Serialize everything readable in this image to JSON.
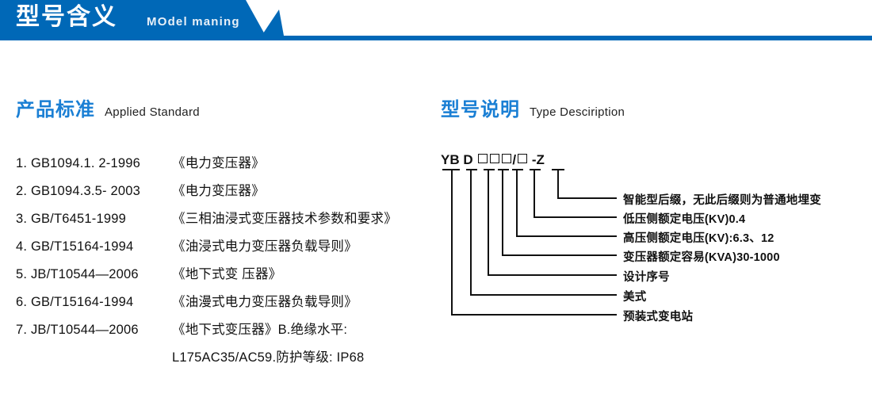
{
  "banner": {
    "title": "型号含义",
    "subtitle": "MOdel maning",
    "accent_color": "#0068b7"
  },
  "sections": {
    "standards": {
      "cn": "产品标准",
      "en": "Applied Standard",
      "color": "#1a7fd4"
    },
    "type": {
      "cn": "型号说明",
      "en": "Type Desciription",
      "color": "#1a7fd4"
    }
  },
  "standards_list": [
    {
      "code": "1. GB1094.1. 2-1996",
      "name": "《电力变压器》"
    },
    {
      "code": "2. GB1094.3.5- 2003",
      "name": "《电力变压器》"
    },
    {
      "code": "3. GB/T6451-1999",
      "name": "《三相油浸式变压器技术参数和要求》"
    },
    {
      "code": "4. GB/T15164-1994",
      "name": "《油浸式电力变压器负载导则》"
    },
    {
      "code": "5. JB/T10544—2006",
      "name": "《地下式变 压器》"
    },
    {
      "code": "6. GB/T15164-1994",
      "name": "《油漫式电力变压器负载导则》"
    },
    {
      "code": "7. JB/T10544—2006",
      "name": "《地下式变压器》B.绝缘水平:"
    },
    {
      "code": "",
      "name": "L175AC35/AC59.防护等级: IP68"
    }
  ],
  "type_code": {
    "prefix": "YB",
    "letter": "D",
    "box_group_1": 3,
    "separator": "/",
    "box_group_2": 1,
    "dash": "-",
    "suffix": "Z",
    "display": "YB D □□□/□ - Z"
  },
  "type_labels": [
    {
      "text": "智能型后缀，无此后缀则为普通地埋变"
    },
    {
      "text": "低压侧额定电压(KV)0.4"
    },
    {
      "text": "高压侧额定电压(KV):6.3、12"
    },
    {
      "text": "变压器额定容易(KVA)30-1000"
    },
    {
      "text": "设计序号"
    },
    {
      "text": "美式"
    },
    {
      "text": "预装式变电站"
    }
  ]
}
